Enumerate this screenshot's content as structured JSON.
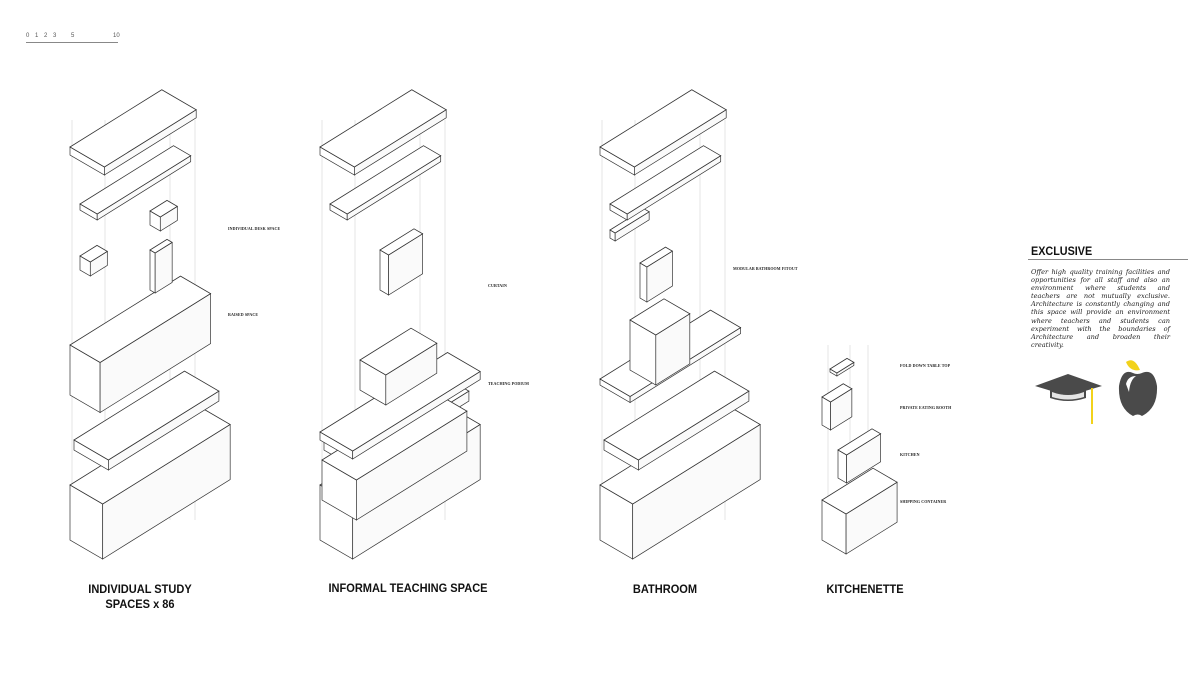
{
  "scale_bar": {
    "ticks": [
      "0",
      "1",
      "2",
      "3",
      "5",
      "10"
    ]
  },
  "columns": [
    {
      "title": "INDIVIDUAL STUDY SPACES x 86",
      "title_lines": [
        "INDIVIDUAL STUDY",
        "SPACES x 86"
      ],
      "labels": [
        "INDIVIDUAL DESK SPACE",
        "RAISED SPACE"
      ]
    },
    {
      "title": "INFORMAL TEACHING SPACE",
      "labels": [
        "CURTAIN",
        "TEACHING PODIUM"
      ]
    },
    {
      "title": "BATHROOM",
      "labels": [
        "MODULAR BATHROOM FITOUT"
      ]
    },
    {
      "title": "KITCHENETTE",
      "labels": [
        "FOLD DOWN TABLE TOP",
        "PRIVATE EATING BOOTH",
        "KITCHEN",
        "SHIPPING CONTAINER"
      ]
    }
  ],
  "exclusive": {
    "title": "EXCLUSIVE",
    "body": "Offer high quality training facilities and opportunities for all staff and also an environment where students and teachers are not mutually exclusive. Architecture is constantly changing and this space will provide an environment where teachers and students can experiment with the boundaries of Architecture and broaden their creativity.",
    "icons": [
      "graduation-cap-icon",
      "apple-icon"
    ],
    "accent_color": "#f2d21b",
    "icon_color": "#4a4a4a"
  }
}
